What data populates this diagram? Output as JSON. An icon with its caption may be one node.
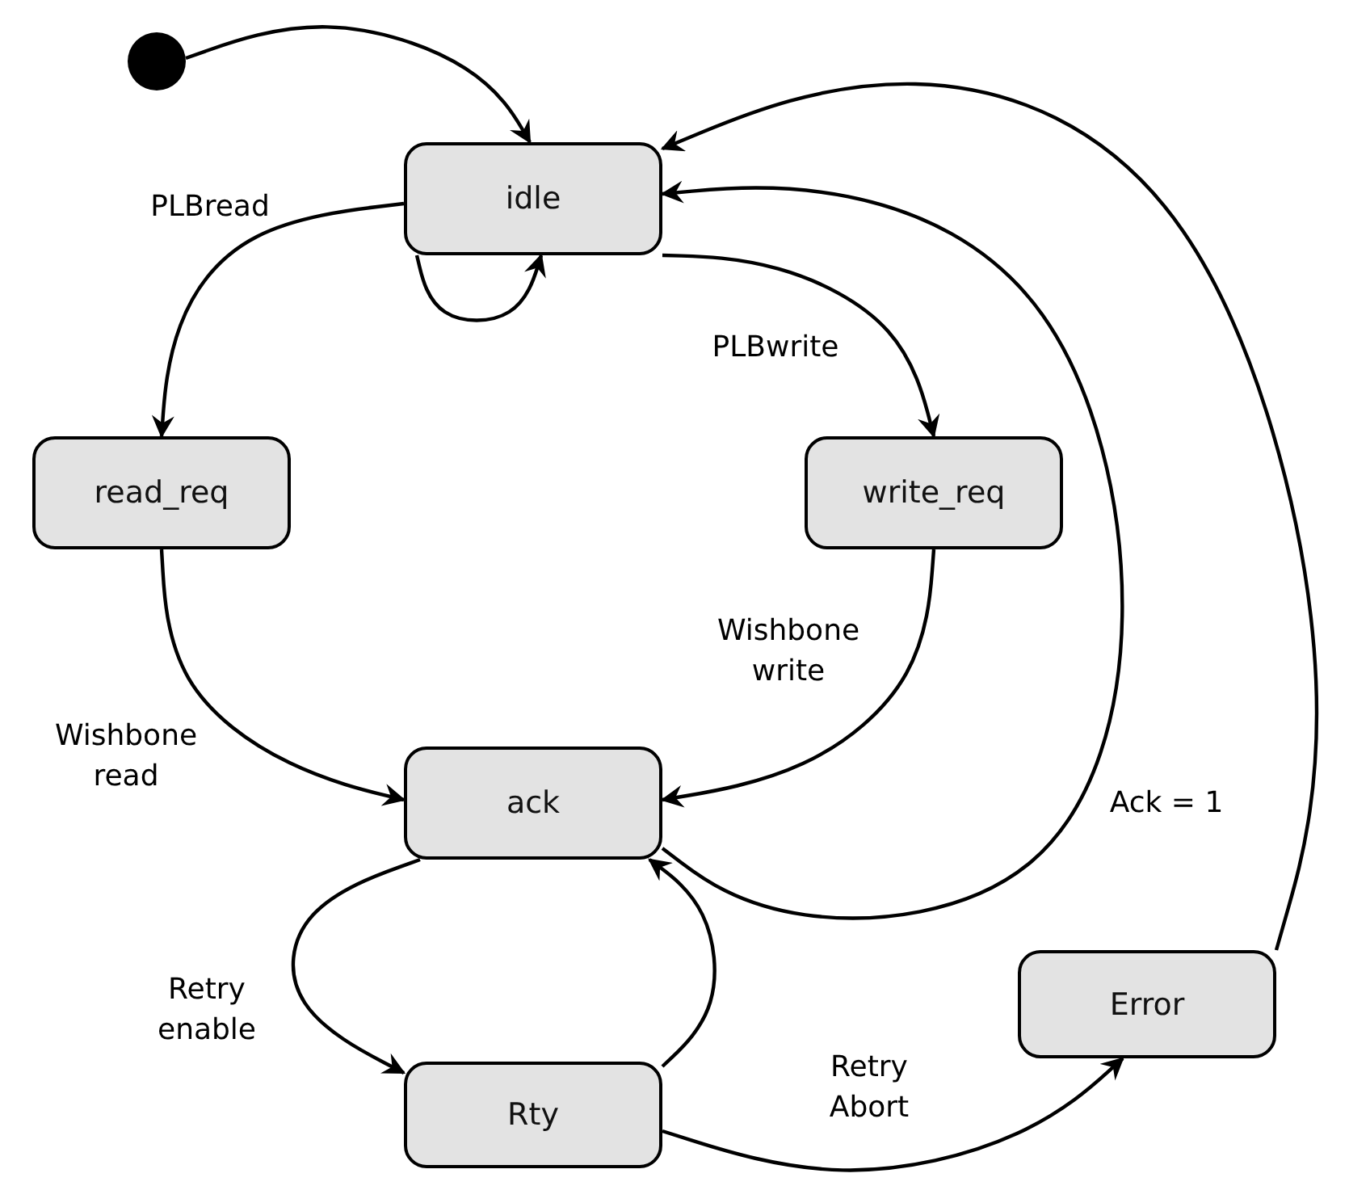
{
  "diagram": {
    "nodes": [
      {
        "text": [],
        "shape": "circle"
      },
      {
        "text": [
          "idle"
        ]
      },
      {
        "text": [
          "read_req"
        ]
      },
      {
        "text": [
          "write_req"
        ]
      },
      {
        "text": [
          "ack"
        ]
      },
      {
        "text": [
          "Rty"
        ]
      },
      {
        "text": [
          "Error"
        ]
      }
    ],
    "edges": [
      {
        "from": 0,
        "to": 1,
        "arrow": "to"
      },
      {
        "from": 1,
        "to": 1,
        "arrow": "to"
      },
      {
        "from": 1,
        "to": 2,
        "arrow": "to",
        "label": "PLBread"
      },
      {
        "from": 1,
        "to": 3,
        "arrow": "to",
        "label": "PLBwrite"
      },
      {
        "from": 2,
        "to": 4,
        "arrow": "to",
        "label": "Wishbone read"
      },
      {
        "from": 3,
        "to": 4,
        "arrow": "to",
        "label": "Wishbone write"
      },
      {
        "from": 4,
        "to": 1,
        "arrow": "to",
        "label": "Ack = 1"
      },
      {
        "from": 4,
        "to": 5,
        "arrow": "to",
        "label": "Retry enable"
      },
      {
        "from": 5,
        "to": 4,
        "arrow": "to"
      },
      {
        "from": 5,
        "to": 6,
        "arrow": "to",
        "label": "Retry Abort"
      },
      {
        "from": 6,
        "to": 1,
        "arrow": "to"
      }
    ]
  }
}
